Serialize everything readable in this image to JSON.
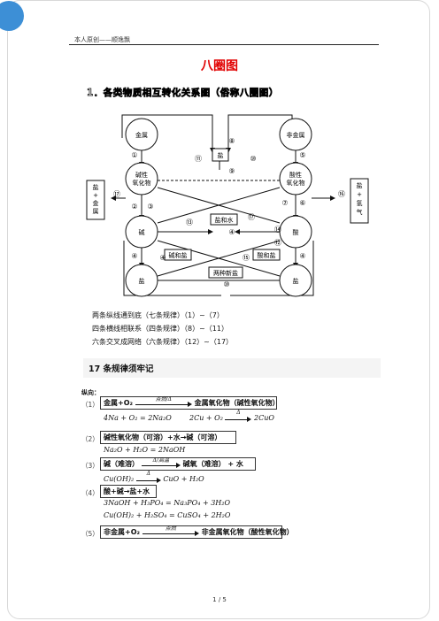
{
  "header": {
    "text": "本人原创——顺逸飘"
  },
  "title": "八圈图",
  "subtitle": "1．各类物质相互转化关系图（俗称八圈图）",
  "diagram": {
    "metal": "金属",
    "nonmetal": "非金属",
    "basic_oxide": [
      "碱性",
      "氧化物"
    ],
    "acidic_oxide": [
      "酸性",
      "氧化物"
    ],
    "base": "碱",
    "acid": "酸",
    "salt": "盐",
    "salt_plus_metal": [
      "盐",
      "+",
      "金",
      "属"
    ],
    "salt_plus_hydrogen": [
      "盐",
      "+",
      "氢",
      "气"
    ],
    "salt_and_water": "盐和水",
    "base_and_salt": "碱和盐",
    "acid_and_salt": "酸和盐",
    "two_new_salts": "两种新盐",
    "numbers": {
      "n1": "①",
      "n2": "②",
      "n3": "③",
      "n4": "④",
      "n5": "⑤",
      "n6": "⑥",
      "n7": "⑦",
      "n8": "⑧",
      "n9": "⑨",
      "n10": "⑩",
      "n11": "⑪",
      "n12": "⑫",
      "n13": "⑬",
      "n14": "⑭",
      "n15": "⑮",
      "n16": "⑯",
      "n17": "⑰"
    }
  },
  "rules": [
    "两条纵线通到底（七条规律）（1）~（7）",
    "四条横线相联系（四条规律）（8）~（11）",
    "六条交叉成网络（六条规律）（12）~（17）"
  ],
  "section_title": "17 条规律须牢记",
  "axis_label": "纵向：",
  "items": [
    {
      "num": "（1）",
      "left": "金属+O₂",
      "cond": "点燃/Δ",
      "right": "金属氧化物（碱性氧化物）"
    },
    {
      "num": "（2）",
      "text": "碱性氧化物（可溶）+水→碱（可溶）"
    },
    {
      "num": "（3）",
      "left": "碱（难溶）",
      "cond": "Δ/高温",
      "right": "碱氧（难溶） + 水"
    },
    {
      "num": "（4）",
      "text": "酸+碱→盐+水"
    },
    {
      "num": "（5）",
      "left": "非金属+O₂",
      "cond": "点燃",
      "right": "非金属氧化物（酸性氧化物）"
    }
  ],
  "equations": {
    "e1a": "4Na + O₂ = 2Na₂O",
    "e1b": "2Cu + O₂",
    "e1b_cond": "Δ",
    "e1b_right": "2CuO",
    "e2": "Na₂O + H₂O = 2NaOH",
    "e3_left": "Cu(OH)₂",
    "e3_cond": "Δ",
    "e3_right": "CuO + H₂O",
    "e4a": "3NaOH + H₃PO₄ = Na₃PO₄ + 3H₂O",
    "e4b": "Cu(OH)₂ + H₂SO₄ = CuSO₄ + 2H₂O"
  },
  "footer": "1 / 5"
}
